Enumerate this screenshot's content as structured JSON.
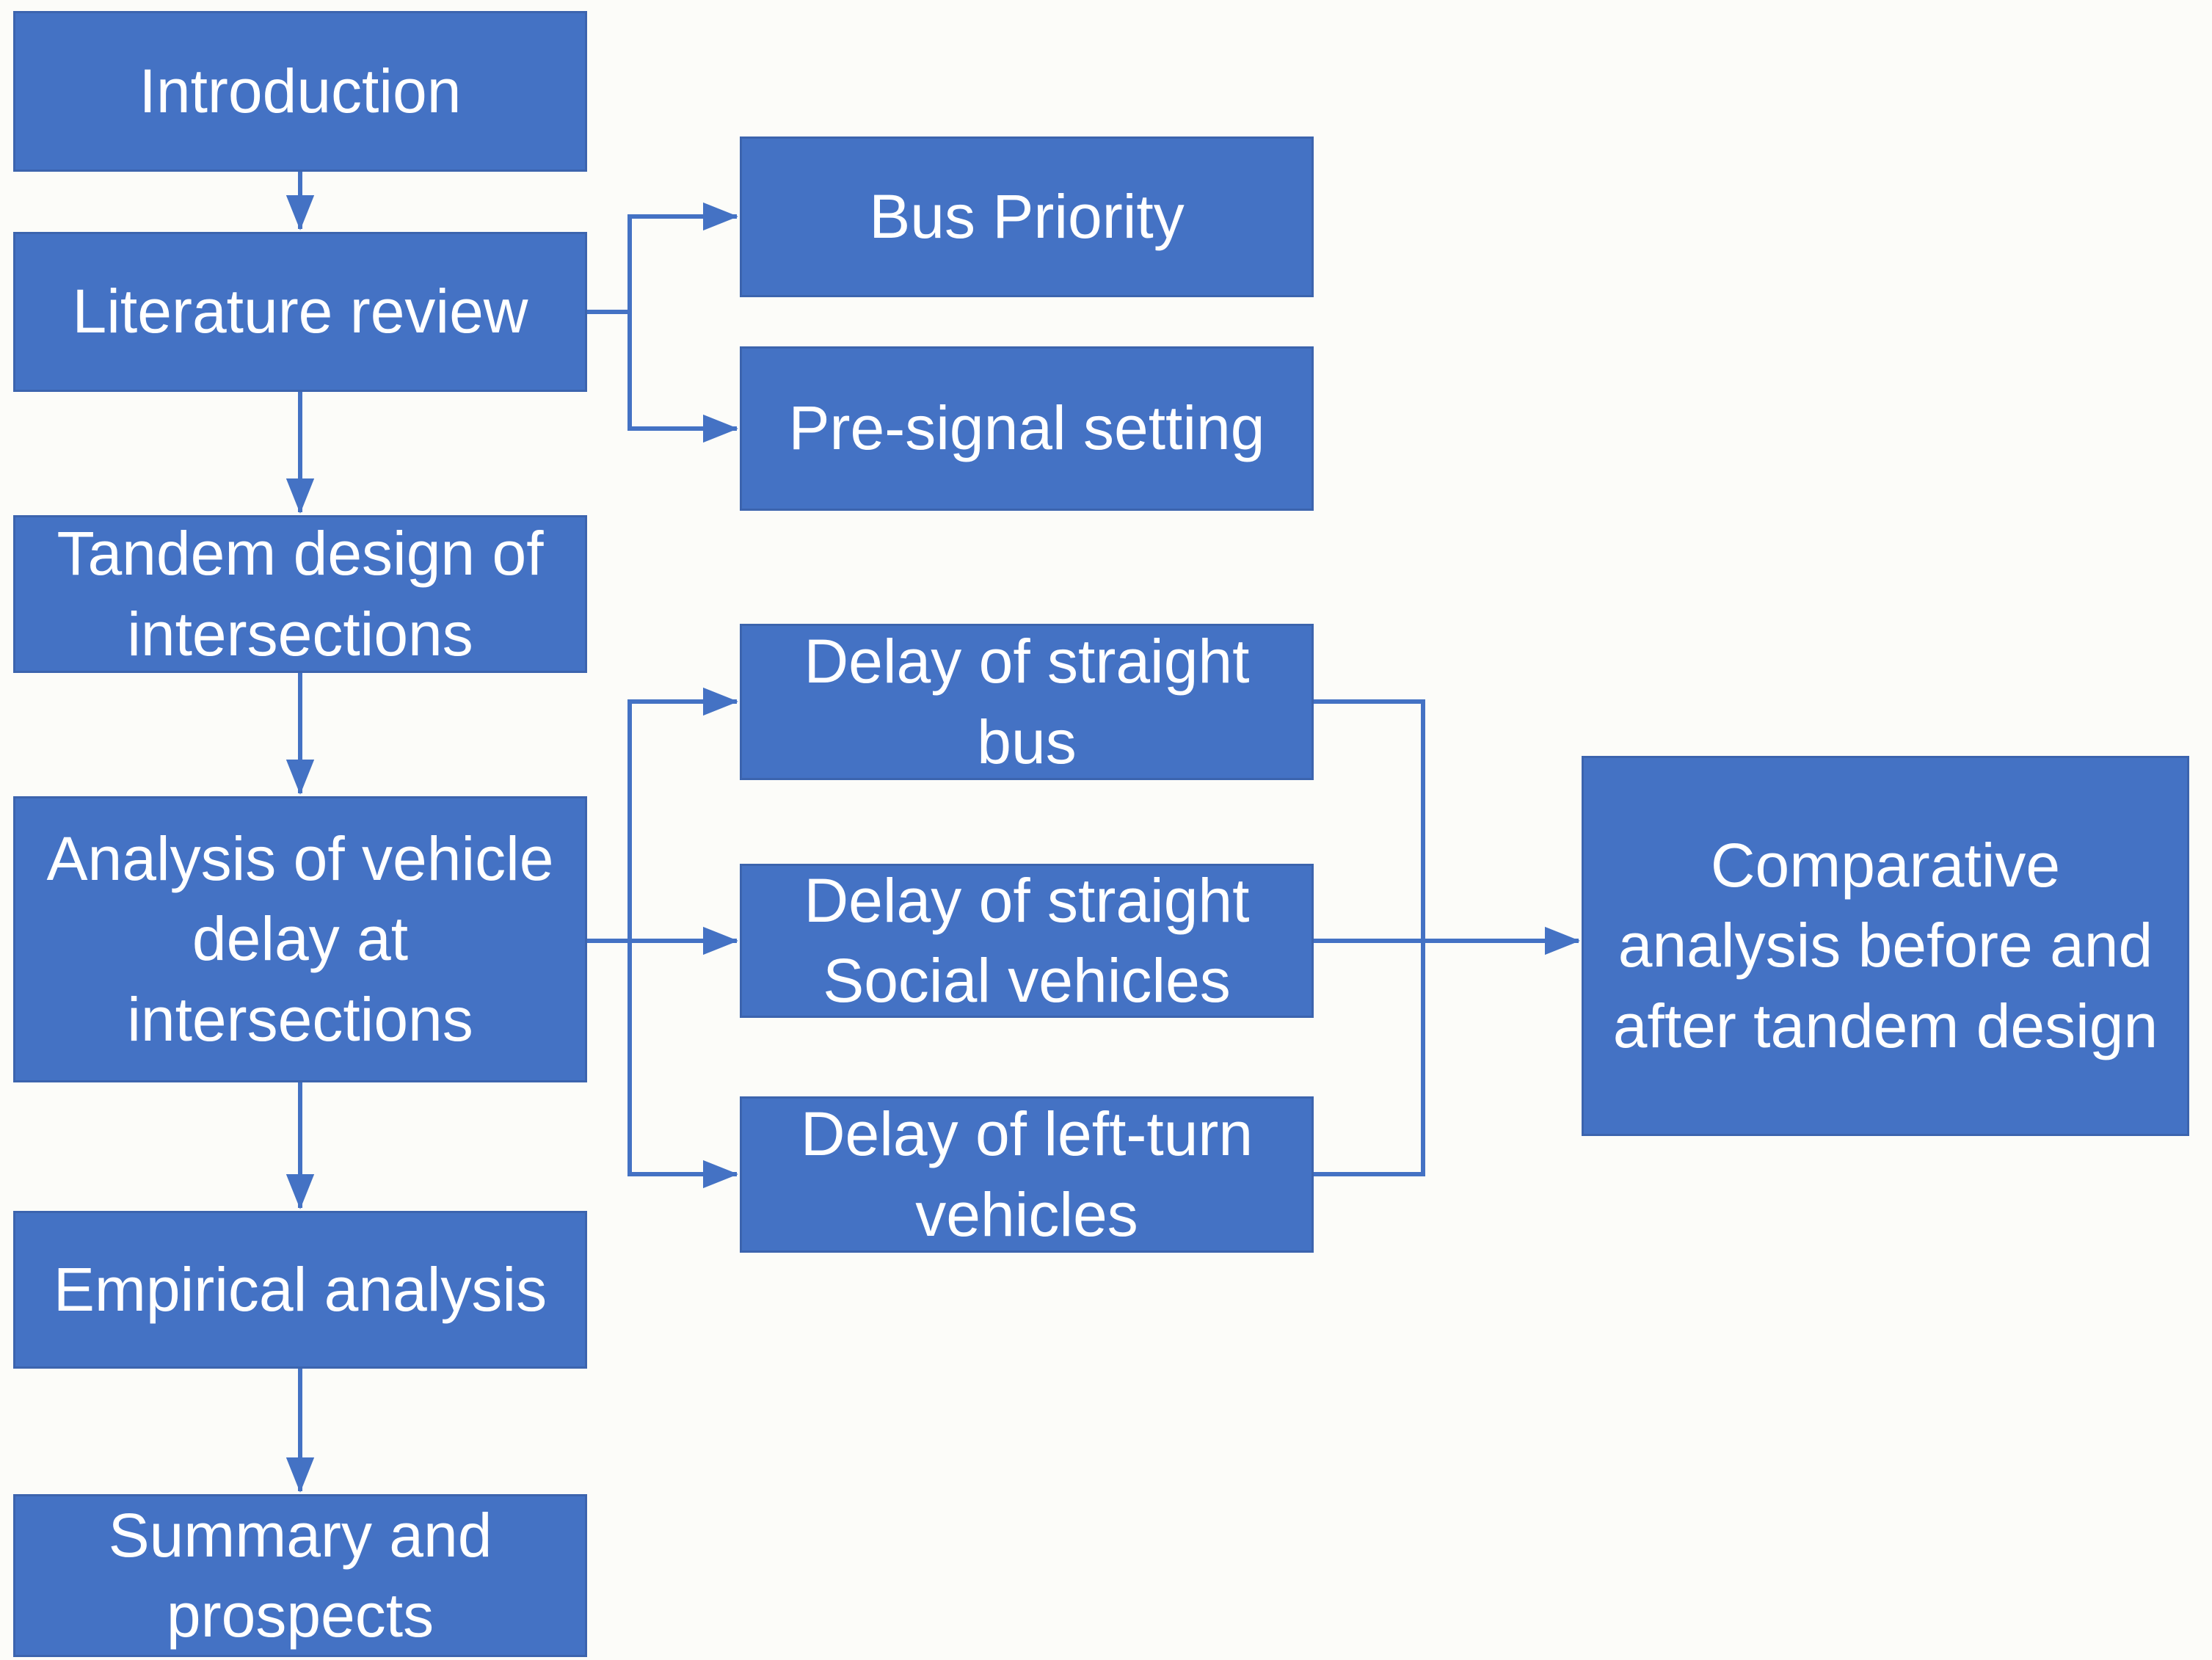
{
  "figure": {
    "type": "flowchart",
    "colors": {
      "background": "#fcfcf9",
      "node_fill": "#4472c4",
      "node_border": "#3c64ae",
      "connector": "#4472c4",
      "text": "#ffffff"
    },
    "nodes": {
      "introduction": {
        "label": "Introduction"
      },
      "literature_review": {
        "label": "Literature review"
      },
      "tandem_design": {
        "label": "Tandem design of intersections"
      },
      "analysis_vehicle_delay": {
        "label": "Analysis of vehicle delay at intersections"
      },
      "empirical_analysis": {
        "label": "Empirical analysis"
      },
      "summary_prospects": {
        "label": "Summary and prospects"
      },
      "bus_priority": {
        "label": "Bus Priority"
      },
      "pre_signal_setting": {
        "label": "Pre-signal setting"
      },
      "delay_straight_bus": {
        "label": "Delay of straight bus"
      },
      "delay_straight_social": {
        "label": "Delay of straight Social vehicles"
      },
      "delay_left_turn": {
        "label": "Delay of left-turn vehicles"
      },
      "comparative_analysis": {
        "label": "Comparative analysis before and after tandem design"
      }
    },
    "edges": [
      {
        "from": "introduction",
        "to": "literature_review"
      },
      {
        "from": "literature_review",
        "to": "bus_priority"
      },
      {
        "from": "literature_review",
        "to": "pre_signal_setting"
      },
      {
        "from": "literature_review",
        "to": "tandem_design"
      },
      {
        "from": "tandem_design",
        "to": "analysis_vehicle_delay"
      },
      {
        "from": "analysis_vehicle_delay",
        "to": "delay_straight_bus"
      },
      {
        "from": "analysis_vehicle_delay",
        "to": "delay_straight_social"
      },
      {
        "from": "analysis_vehicle_delay",
        "to": "delay_left_turn"
      },
      {
        "from": "analysis_vehicle_delay",
        "to": "empirical_analysis"
      },
      {
        "from": "empirical_analysis",
        "to": "summary_prospects"
      },
      {
        "from": "delay_straight_bus",
        "to": "comparative_analysis"
      },
      {
        "from": "delay_straight_social",
        "to": "comparative_analysis"
      },
      {
        "from": "delay_left_turn",
        "to": "comparative_analysis"
      }
    ]
  }
}
